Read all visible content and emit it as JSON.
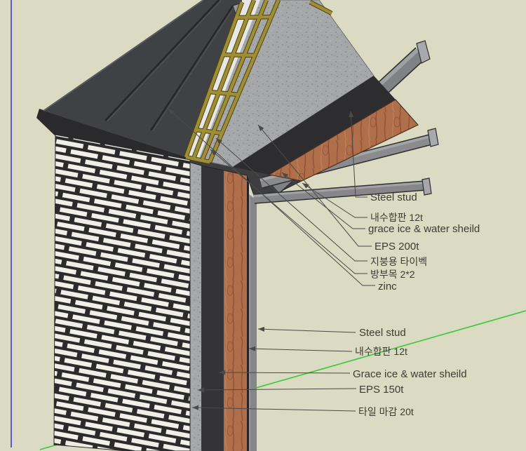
{
  "scene": {
    "app_context": "3d-model-viewport",
    "background": "#DBDAC2",
    "axes": {
      "blue": "#3A3AD9",
      "green": "#3CC83C"
    },
    "materials": {
      "zinc_panel": "#404145",
      "eave_fascia": "#2A2A2D",
      "membrane_black": "#2D2D2F",
      "plywood_brown": "#AE6F4A",
      "eps_gray": "#A6A7A9",
      "steel_gray": "#85868A",
      "batten_yellow": "#A08E35",
      "brick_white": "#F2F1E9",
      "brick_joint": "#2B2B2B",
      "wall_charcoal": "#343436"
    }
  },
  "annotations": {
    "roof": [
      {
        "label": "Steel stud"
      },
      {
        "label": "내수합판 12t"
      },
      {
        "label": "grace ice & water sheild"
      },
      {
        "label": "EPS 200t"
      },
      {
        "label": "지붕용 타이벡"
      },
      {
        "label": "방부목 2*2"
      },
      {
        "label": "zinc"
      }
    ],
    "wall": [
      {
        "label": "Steel stud"
      },
      {
        "label": "내수합판 12t"
      },
      {
        "label": "Grace ice & water sheild"
      },
      {
        "label": "EPS 150t"
      },
      {
        "label": "타일 마감 20t"
      }
    ]
  }
}
